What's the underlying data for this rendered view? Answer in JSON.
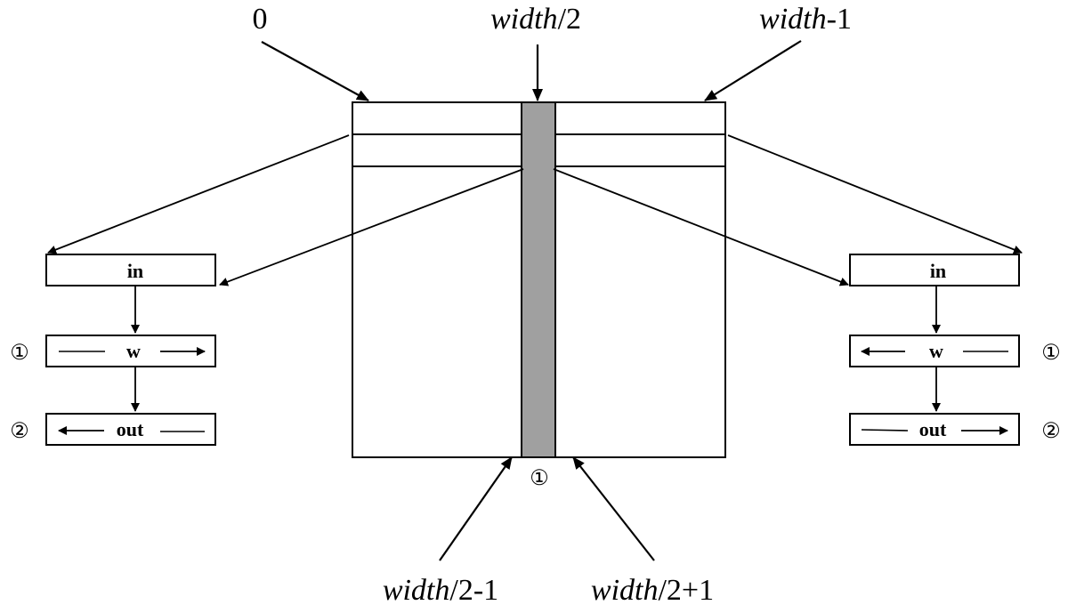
{
  "labels": {
    "start": "0",
    "middle_word": "width",
    "middle_rest": "/2",
    "end_word": "width",
    "end_rest": "-1",
    "left_mid_word": "width",
    "left_mid_rest": "/2-1",
    "right_mid_word": "width",
    "right_mid_rest": "/2+1",
    "center_step": "①"
  },
  "left_stack": {
    "in_label": "in",
    "w_label": "w",
    "out_label": "out",
    "step1": "①",
    "step2": "②"
  },
  "right_stack": {
    "in_label": "in",
    "w_label": "w",
    "out_label": "out",
    "step1": "①",
    "step2": "②"
  },
  "colors": {
    "center_column": "#a0a0a0",
    "stroke": "#000000"
  }
}
